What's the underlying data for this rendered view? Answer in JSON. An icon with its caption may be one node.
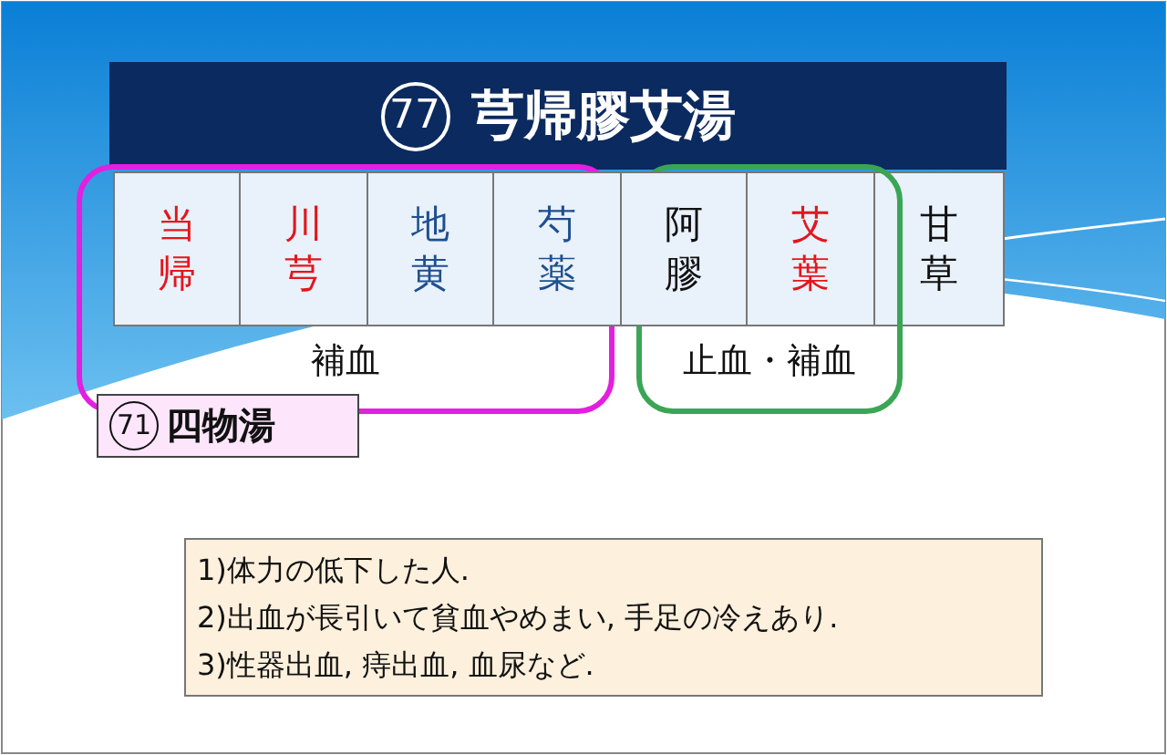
{
  "diagram": {
    "nodes": [
      {
        "text": [
          "77",
          "芎帰膠艾湯"
        ]
      },
      {
        "text": [
          "補血"
        ]
      },
      {
        "text": [
          "当帰"
        ],
        "in": 1
      },
      {
        "text": [
          "川芎"
        ],
        "in": 1
      },
      {
        "text": [
          "地黄"
        ],
        "in": 1
      },
      {
        "text": [
          "芍薬"
        ],
        "in": 1
      },
      {
        "text": [
          "止血・補血"
        ]
      },
      {
        "text": [
          "阿膠"
        ],
        "in": 6
      },
      {
        "text": [
          "艾葉"
        ],
        "in": 6
      },
      {
        "text": [
          "甘草"
        ]
      },
      {
        "text": [
          "71",
          "四物湯"
        ]
      },
      {
        "text": [
          "1)体力の低下した人.",
          "2)出血が長引いて貧血やめまい, 手足の冷えあり.",
          "3)性器出血, 痔出血, 血尿など."
        ]
      }
    ],
    "edges": []
  }
}
